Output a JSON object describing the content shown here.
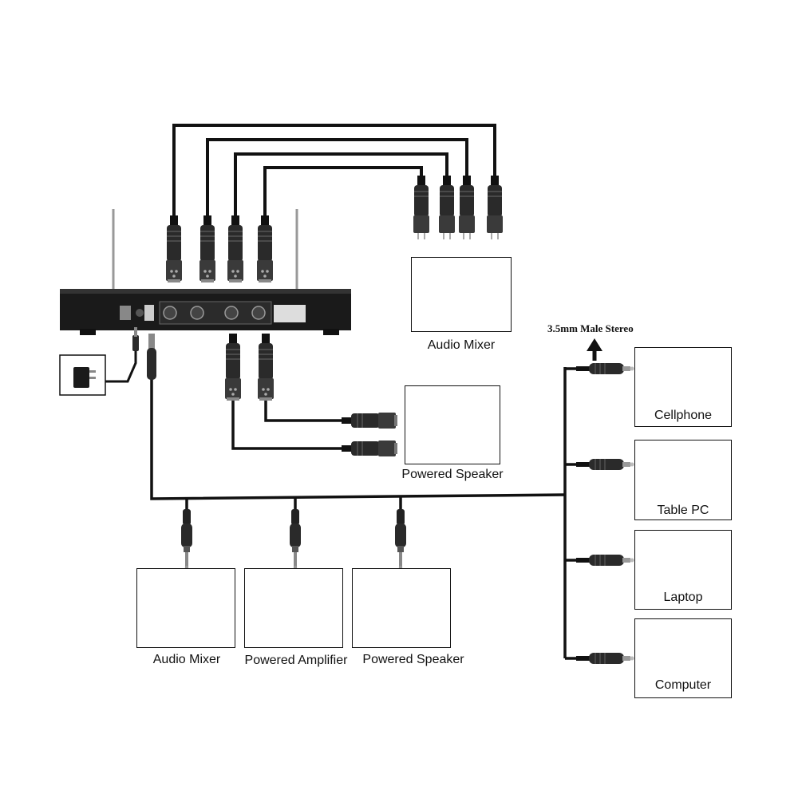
{
  "labels": {
    "mixer_top": "Audio Mixer",
    "speaker_mid": "Powered Speaker",
    "mixer_bottom": "Audio Mixer",
    "amplifier_bottom": "Powered Amplifier",
    "speaker_bottom": "Powered Speaker",
    "stereo_plug": "3.5mm Male Stereo",
    "cellphone": "Cellphone",
    "tablet": "Table PC",
    "laptop": "Laptop",
    "computer": "Computer"
  },
  "colors": {
    "cable": "#111111",
    "receiver_body": "#1a1a1a",
    "connector": "#2a2a2a",
    "box_border": "#111111",
    "speaker_blue": "#1e6fd9",
    "amp_green": "#3cb043",
    "fader_orange": "#e8742a"
  },
  "icons": {
    "receiver": "wireless-receiver-icon",
    "power_adapter": "power-adapter-icon",
    "xlr": "xlr-connector-icon",
    "jack": "quarter-inch-jack-icon",
    "mini_jack": "mini-jack-icon",
    "phone": "cellphone-icon",
    "tablet": "tablet-icon",
    "laptop": "laptop-icon",
    "computer": "computer-icon"
  }
}
